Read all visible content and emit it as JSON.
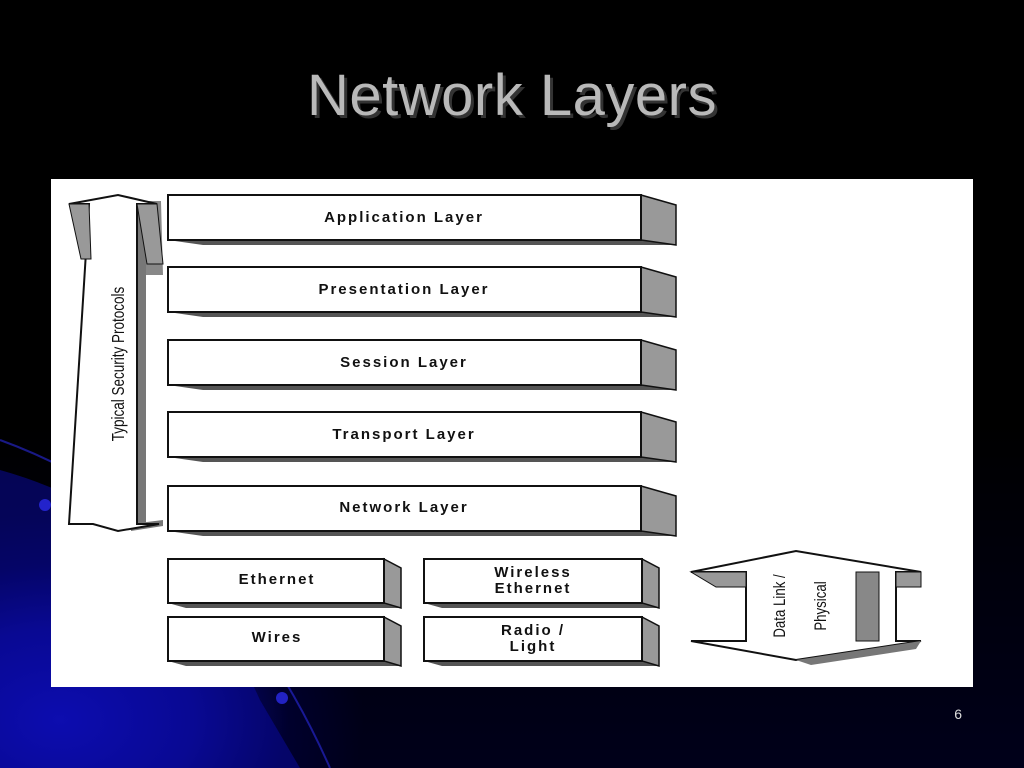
{
  "slide": {
    "title": "Network Layers",
    "page_number": "6"
  },
  "diagram": {
    "layers": [
      "Application Layer",
      "Presentation Layer",
      "Session Layer",
      "Transport Layer",
      "Network Layer"
    ],
    "bottom_left": [
      {
        "line1": "Ethernet",
        "line2": ""
      },
      {
        "line1": "Wires",
        "line2": ""
      }
    ],
    "bottom_right": [
      {
        "line1": "Wireless",
        "line2": "Ethernet"
      },
      {
        "line1": "Radio /",
        "line2": "Light"
      }
    ],
    "left_arrow_label": "Typical Security Protocols",
    "right_arrow_label_line1": "Data Link /",
    "right_arrow_label_line2": "Physical"
  }
}
